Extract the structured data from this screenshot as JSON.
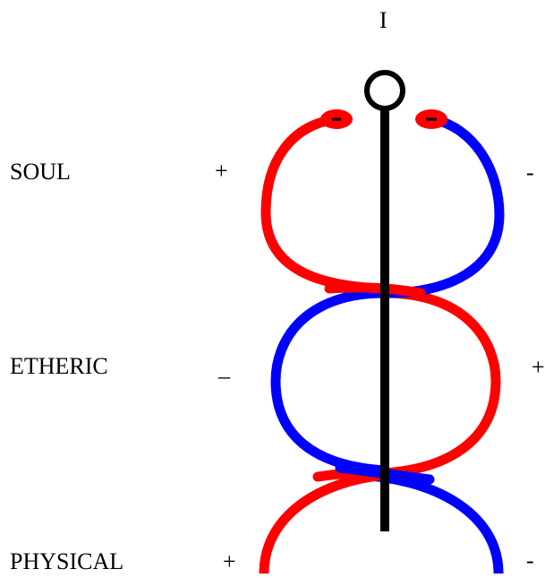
{
  "labels": {
    "top": "I",
    "soul": "SOUL",
    "etheric": "ETHERIC",
    "physical": "PHYSICAL"
  },
  "signs": {
    "soul_left": "+",
    "soul_right": "-",
    "etheric_left": "_",
    "etheric_right": "+",
    "physical_left": "+",
    "physical_right": "-"
  },
  "colors": {
    "left_strand": "#ff0000",
    "right_strand": "#0000ff",
    "staff": "#000000",
    "background": "#ffffff"
  }
}
